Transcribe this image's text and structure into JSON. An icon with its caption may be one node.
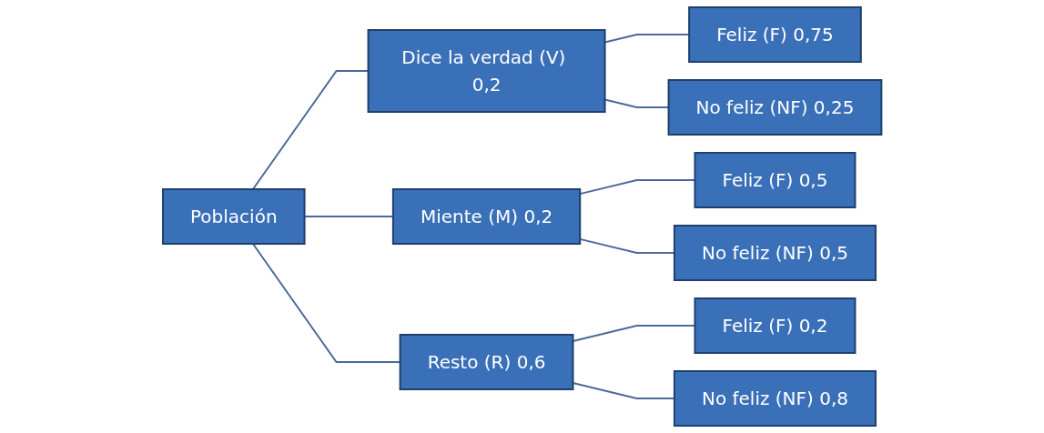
{
  "diagram": {
    "nodes": [
      {
        "text": [
          "Población"
        ]
      },
      {
        "text": [
          "Dice la verdad (V) 0,2"
        ]
      },
      {
        "text": [
          "Miente (M) 0,2"
        ]
      },
      {
        "text": [
          "Resto (R) 0,6"
        ]
      },
      {
        "text": [
          "Feliz (F) 0,75"
        ]
      },
      {
        "text": [
          "No feliz (NF) 0,25"
        ]
      },
      {
        "text": [
          "Feliz (F) 0,5"
        ]
      },
      {
        "text": [
          "No feliz (NF) 0,5"
        ]
      },
      {
        "text": [
          "Feliz (F) 0,2"
        ]
      },
      {
        "text": [
          "No feliz (NF) 0,8"
        ]
      }
    ],
    "edges": [
      {
        "from": 0,
        "to": 1,
        "arrow": "none"
      },
      {
        "from": 0,
        "to": 2,
        "arrow": "none"
      },
      {
        "from": 0,
        "to": 3,
        "arrow": "none"
      },
      {
        "from": 1,
        "to": 4,
        "arrow": "none"
      },
      {
        "from": 1,
        "to": 5,
        "arrow": "none"
      },
      {
        "from": 2,
        "to": 6,
        "arrow": "none"
      },
      {
        "from": 2,
        "to": 7,
        "arrow": "none"
      },
      {
        "from": 3,
        "to": 8,
        "arrow": "none"
      },
      {
        "from": 3,
        "to": 9,
        "arrow": "none"
      }
    ]
  }
}
